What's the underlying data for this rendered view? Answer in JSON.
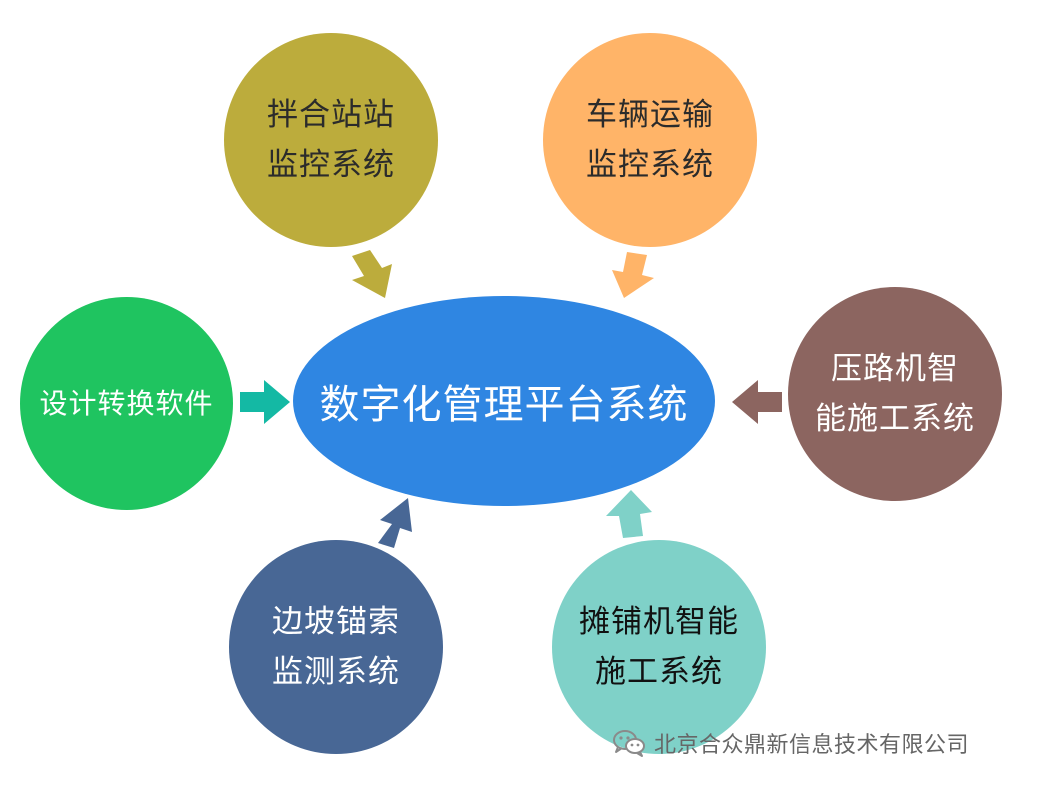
{
  "center": {
    "label": "数字化管理平台系统",
    "color": "#2f86e2"
  },
  "nodes": {
    "mixing": {
      "line1": "拌合站站",
      "line2": "监控系统",
      "color": "#bcac3c"
    },
    "vehicle": {
      "line1": "车辆运输",
      "line2": "监控系统",
      "color": "#ffb468"
    },
    "design": {
      "line1": "设计转换软件",
      "color": "#1fc460"
    },
    "roller": {
      "line1": "压路机智",
      "line2": "能施工系统",
      "color": "#8c6560"
    },
    "slope": {
      "line1": "边坡锚索",
      "line2": "监测系统",
      "color": "#486795"
    },
    "paver": {
      "line1": "摊铺机智能",
      "line2": "施工系统",
      "color": "#7fd1c8"
    }
  },
  "watermark": {
    "text": "北京合众鼎新信息技术有限公司",
    "icon": "wechat-icon"
  }
}
